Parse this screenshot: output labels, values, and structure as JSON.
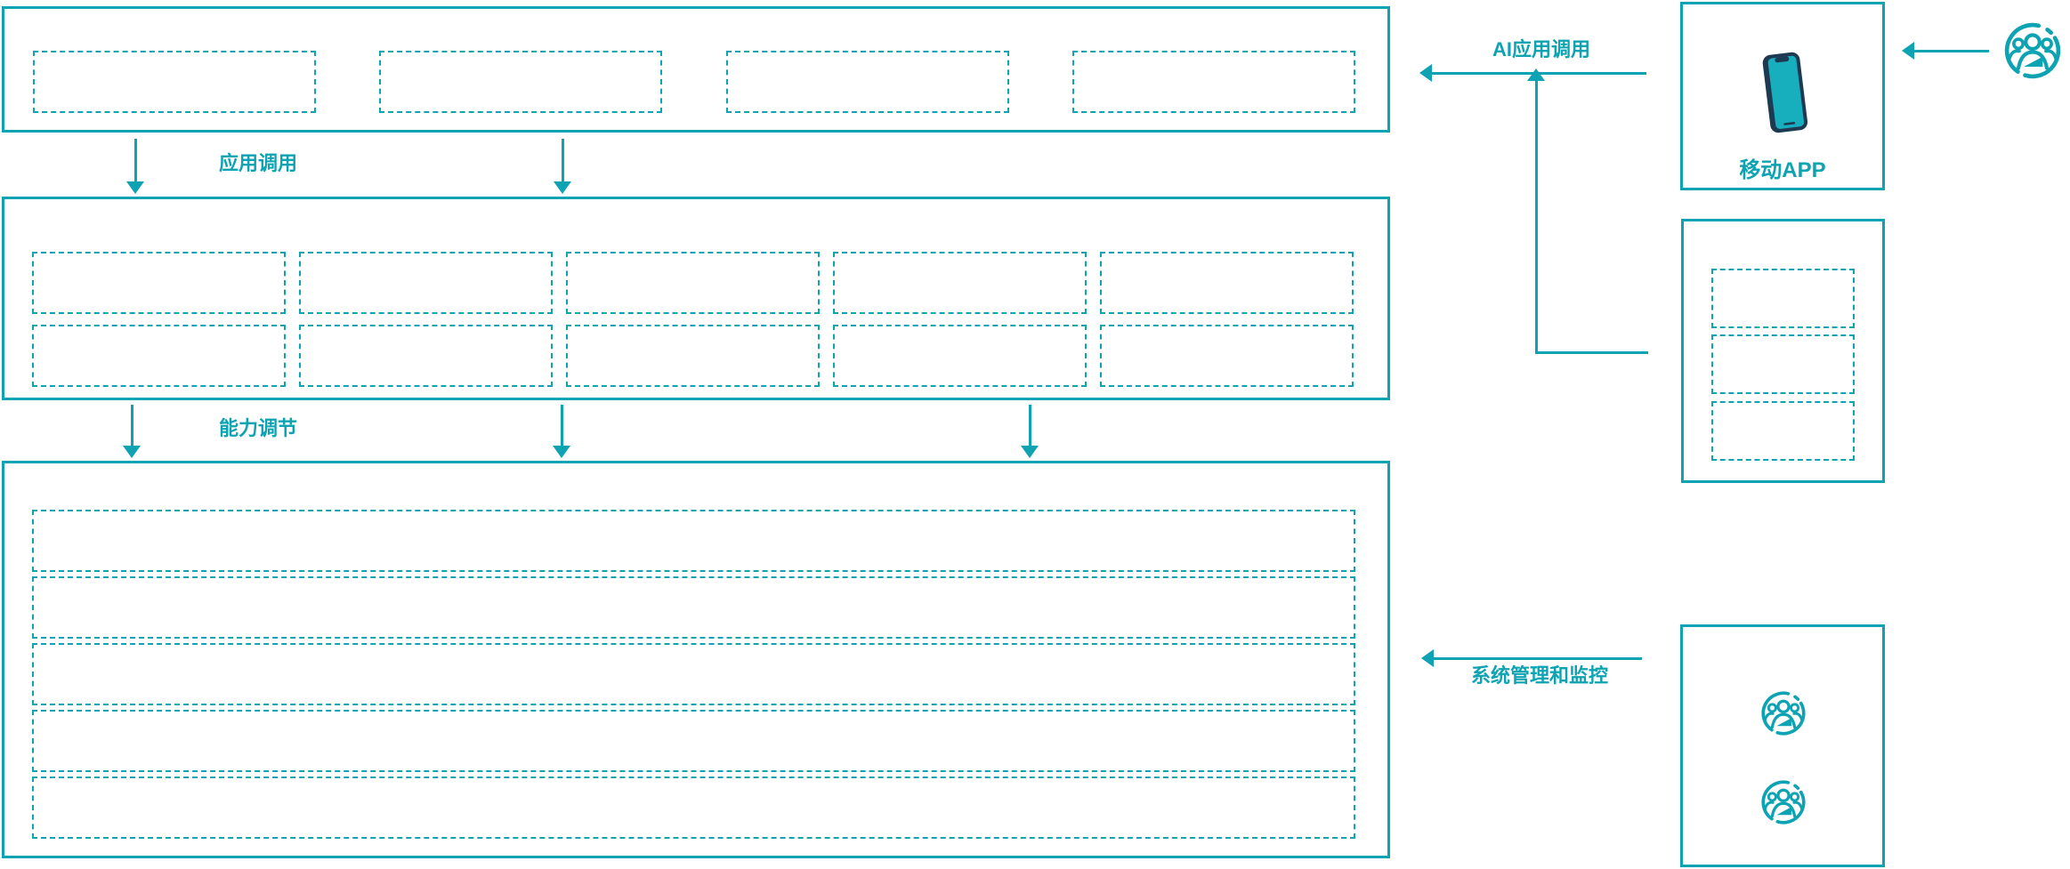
{
  "diagram": {
    "type": "architecture-flow",
    "colors": {
      "accent_teal": "#0da3b2",
      "phone_screen_teal": "#17afbe",
      "phone_body_navy": "#1e3a52"
    },
    "labels": {
      "app_call": "应用调用",
      "capability_adjust": "能力调节",
      "ai_app_call": "AI应用调用",
      "system_monitor": "系统管理和监控",
      "mobile_app": "移动APP"
    },
    "icons": [
      {
        "name": "users-group-icon",
        "count": 3
      },
      {
        "name": "smartphone-icon",
        "count": 1
      }
    ],
    "structure": {
      "top_layer_placeholder_slots": 4,
      "middle_layer_placeholder_rows": 2,
      "middle_layer_placeholder_cols": 5,
      "bottom_layer_placeholder_rows": 5,
      "right_middle_placeholder_slots": 3,
      "right_bottom_user_icons": 2
    }
  }
}
